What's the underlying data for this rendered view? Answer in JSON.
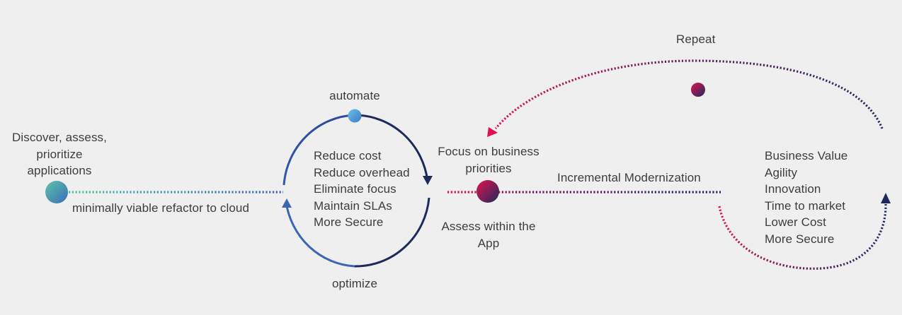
{
  "start": {
    "label_lines": [
      "Discover, assess,",
      "prioritize",
      "applications"
    ],
    "path_label": "minimally viable refactor to cloud"
  },
  "cycle": {
    "top_label": "automate",
    "bottom_label": "optimize",
    "benefits": [
      "Reduce cost",
      "Reduce overhead",
      "Eliminate focus",
      "Maintain SLAs",
      "More Secure"
    ]
  },
  "middle": {
    "top_lines": [
      "Focus on business",
      "priorities"
    ],
    "bottom_lines": [
      "Assess within the",
      "App"
    ],
    "path_label": "Incremental Modernization"
  },
  "loop": {
    "label": "Repeat"
  },
  "outcomes": [
    "Business Value",
    "Agility",
    "Innovation",
    "Time to market",
    "Lower Cost",
    "More Secure"
  ],
  "colors": {
    "background": "#efefef",
    "text": "#3d3d3d",
    "navy": "#1f2a5c",
    "blue": "#3a66b4",
    "teal": "#54c1a8",
    "magenta": "#e0104e",
    "sky": "#4ea6da"
  }
}
